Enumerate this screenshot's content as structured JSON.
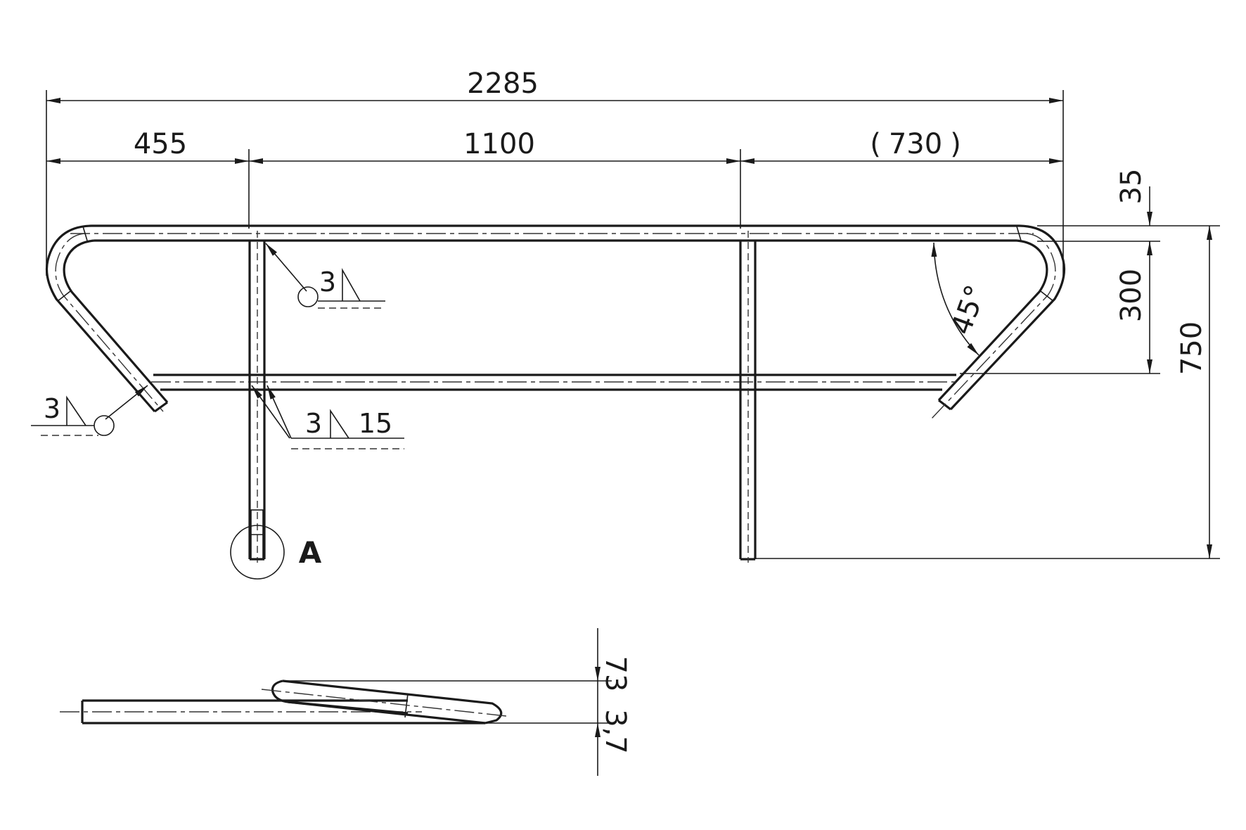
{
  "dimensions": {
    "overall_width": "2285",
    "left_offset": "455",
    "middle_span": "1100",
    "right_reference": "730",
    "right_reference_paren_open": "(",
    "right_reference_paren_close": ")",
    "top_gap": "35",
    "rail_spacing": "300",
    "overall_height": "750",
    "bend_angle": "45°",
    "side_offset_top": "73",
    "side_offset_bottom": "3,7"
  },
  "welds": {
    "upper_post_weld_size": "3",
    "lower_left_end_weld_size": "3",
    "lower_post_weld_size": "3",
    "lower_post_weld_length": "15"
  },
  "detail_callout": {
    "label": "A"
  }
}
